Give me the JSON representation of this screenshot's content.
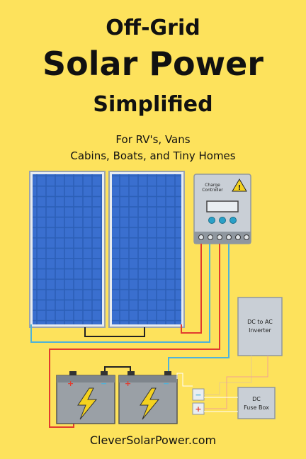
{
  "title": {
    "line1": "Off-Grid",
    "line2": "Solar Power",
    "line3": "Simplified"
  },
  "subtitle": {
    "line1": "For  RV's, Vans",
    "line2": "Cabins, Boats, and Tiny Homes"
  },
  "diagram": {
    "charge_controller_label_1": "Charge",
    "charge_controller_label_2": "Controller",
    "inverter_label_1": "DC to AC",
    "inverter_label_2": "Inverter",
    "fuse_box_label_1": "DC",
    "fuse_box_label_2": "Fuse Box",
    "battery_plus": "+",
    "battery_minus": "−",
    "warning_symbol": "!"
  },
  "footer": "CleverSolarPower.com",
  "colors": {
    "background": "#fde25c",
    "panel": "#2c5fb7",
    "wire_red": "#e23b2e",
    "wire_blue": "#4fb3d9",
    "device_gray": "#c9cfd6",
    "battery_gray": "#9aa0a6",
    "bolt": "#f4d21f"
  }
}
